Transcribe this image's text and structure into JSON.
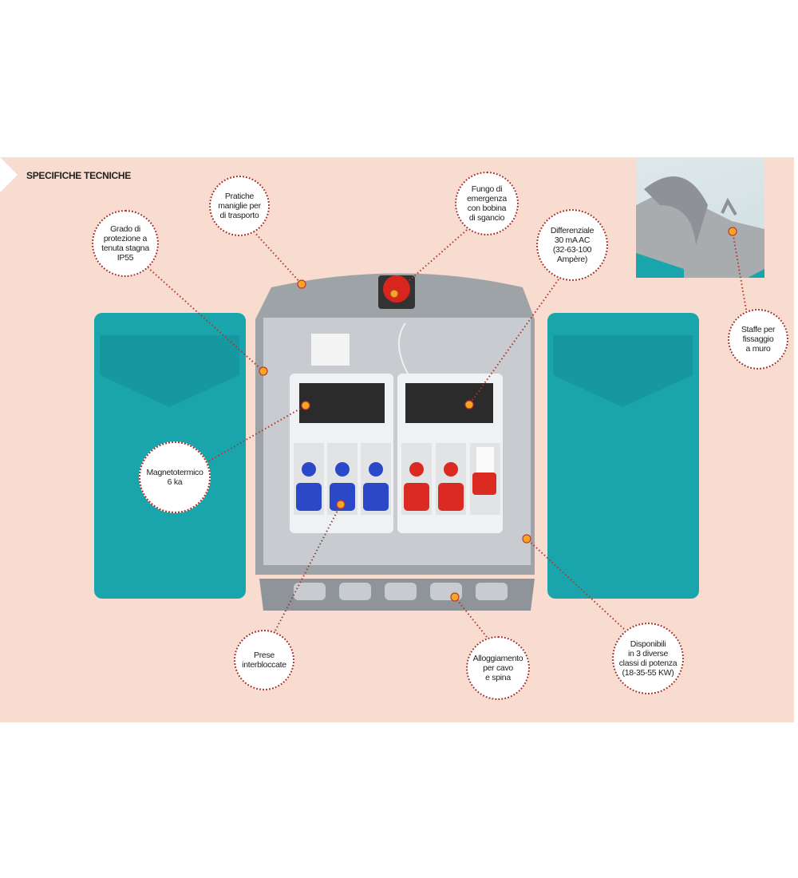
{
  "header": {
    "title": "SPECIFICHE TECNICHE"
  },
  "callouts": {
    "grado": "Grado di\nprotezione a\ntenuta stagna\nIP55",
    "pratiche": "Pratiche\nmaniglie per\ndi trasporto",
    "fungo": "Fungo di\nemergenza\ncon bobina\ndi sgancio",
    "differenziale": "Differenziale\n30 mA AC\n(32-63-100\nAmpère)",
    "staffe": "Staffe per\nfissaggio\na muro",
    "magnetotermico": "Magnetotermico\n6 ka",
    "prese": "Prese\ninterbloccate",
    "alloggiamento": "Alloggiamento\nper cavo\ne spina",
    "disponibili": "Disponibili\nin 3 diverse\nclassi di potenza\n(18-35-55 KW)"
  },
  "colors": {
    "background": "#f7dccf",
    "teal": "#1aa5ad",
    "leader": "#b0352c",
    "marker": "#f5a623"
  }
}
